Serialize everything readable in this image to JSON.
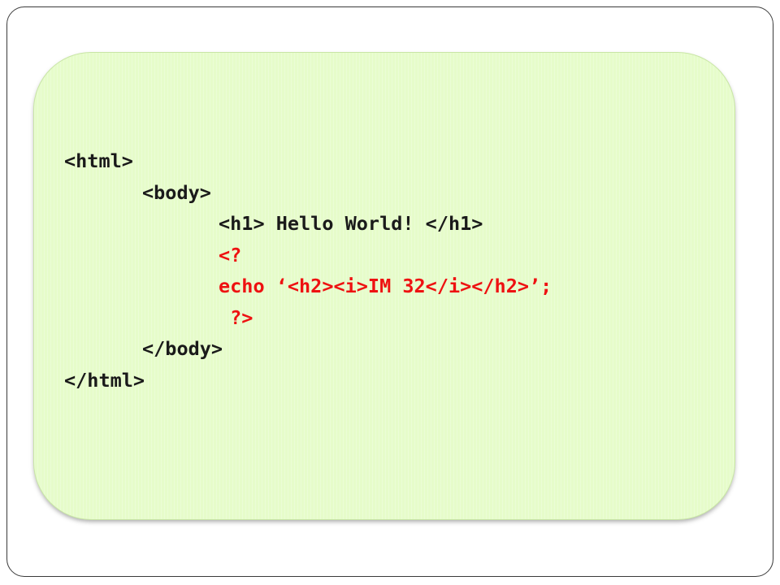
{
  "slide": {
    "code_lines": [
      {
        "indent": "",
        "segments": [
          {
            "text": "<html>",
            "color": "dark"
          }
        ]
      },
      {
        "indent": "\t",
        "segments": [
          {
            "text": "<body>",
            "color": "dark"
          }
        ]
      },
      {
        "indent": "\t\t",
        "segments": [
          {
            "text": "<h1> Hello World! </h1>",
            "color": "dark"
          }
        ]
      },
      {
        "indent": "\t\t",
        "segments": [
          {
            "text": "<?",
            "color": "red"
          }
        ]
      },
      {
        "indent": "\t\t",
        "segments": [
          {
            "text": "echo ‘<h2><i>IM 32</i></h2>’;",
            "color": "red"
          }
        ]
      },
      {
        "indent": "\t\t",
        "segments": [
          {
            "text": " ?>",
            "color": "red"
          }
        ]
      },
      {
        "indent": "\t",
        "segments": [
          {
            "text": "</body>",
            "color": "dark"
          }
        ]
      },
      {
        "indent": "",
        "segments": [
          {
            "text": "</html>",
            "color": "dark"
          }
        ]
      }
    ]
  },
  "colors": {
    "panel_fill": "#e6fcca",
    "code_dark": "#1a1a1a",
    "code_red": "#ee1111",
    "frame_border": "#3a3a3a"
  }
}
